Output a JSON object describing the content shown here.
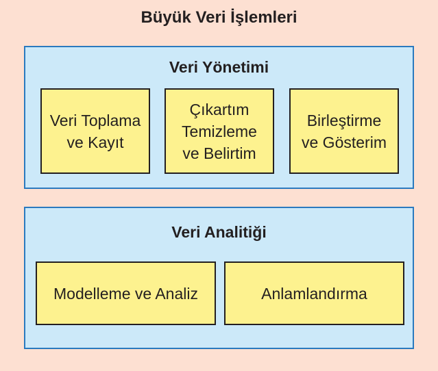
{
  "title": "Büyük Veri İşlemleri",
  "management": {
    "title": "Veri Yönetimi",
    "boxes": [
      "Veri Toplama ve Kayıt",
      "Çıkartım Temizleme ve Belirtim",
      "Birleştirme ve Gösterim"
    ]
  },
  "analytics": {
    "title": "Veri Analitiği",
    "boxes": [
      "Modelleme ve Analiz",
      "Anlamlandırma"
    ]
  }
}
